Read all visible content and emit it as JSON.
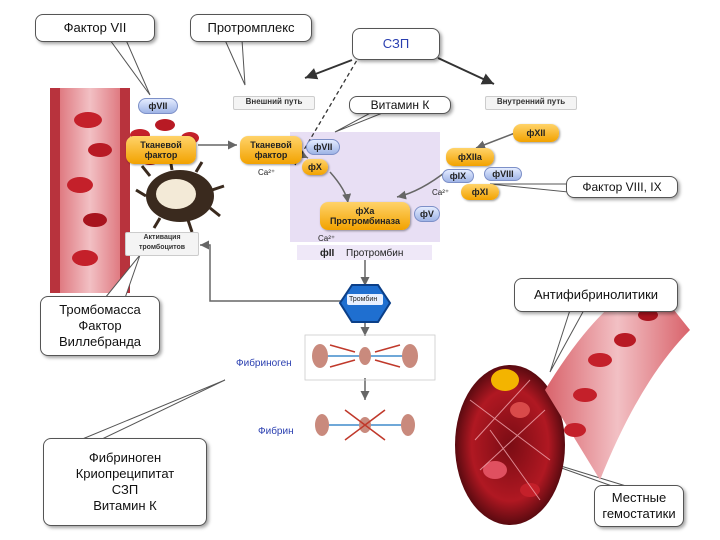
{
  "callouts": {
    "factor7": "Фактор VII",
    "prothrombin_complex": "Протромплекс",
    "szp_top": "СЗП",
    "vitamin_k": "Витамин К",
    "factor8_9": "Фактор VIII, IX",
    "antifibrinolytics": "Антифибринолитики",
    "thrombomass": "Тромбомасса\nФактор\nВиллебранда",
    "bottom_left": "Фибриноген\nКриопреципитат\nСЗП\nВитамин К",
    "local_hemostatics": "Местные\nгемостатики"
  },
  "path_labels": {
    "extrinsic": "Внешний путь",
    "intrinsic": "Внутренний путь"
  },
  "factors": {
    "f7_left": "фVII",
    "tissue_factor_left": "Тканевой\nфактор",
    "tissue_factor_mid": "Тканевой\nфактор",
    "f7_mid": "фVII",
    "fx": "фX",
    "f12": "фXII",
    "f12a": "фXIIa",
    "f9": "фIX",
    "f8": "фVIII",
    "f11": "фXI",
    "fxa": "фXa\nПротромбиназа",
    "f5": "фV",
    "f2": "фII",
    "prothrombin": "Протромбин",
    "thrombin": "Тромбин",
    "platelet_activation": "Активация\nтромбоцитов",
    "ca_1": "Ca²⁺",
    "ca_2": "Ca²⁺",
    "ca_3": "Ca²⁺"
  },
  "products": {
    "fibrinogen": "Фибриноген",
    "fibrin": "Фибрин"
  },
  "colors": {
    "orange": "#f2a200",
    "lavender": "#e5dcf3",
    "blood_red": "#c4202a",
    "link_blue": "#2a3fb0",
    "thrombin_blue": "#1f6fd0"
  }
}
